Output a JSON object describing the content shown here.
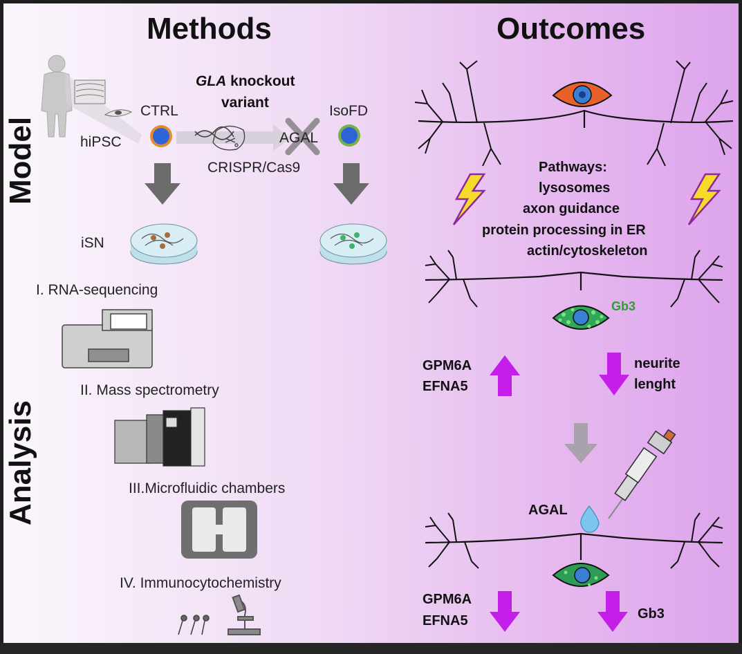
{
  "titles": {
    "methods": "Methods",
    "outcomes": "Outcomes"
  },
  "side_labels": {
    "model": "Model",
    "analysis": "Analysis"
  },
  "model": {
    "ctrl": "CTRL",
    "hipsc": "hiPSC",
    "gla_gene": "GLA",
    "knockout_rest": " knockout",
    "variant": "variant",
    "isofd": "IsoFD",
    "agal": "AGAL",
    "crispr": "CRISPR/Cas9",
    "isn": "iSN"
  },
  "analysis_steps": [
    "I. RNA-sequencing",
    "II. Mass spectrometry",
    "III.Microfluidic chambers",
    "IV. Immunocytochemistry"
  ],
  "outcomes": {
    "pathways": [
      "Pathways:",
      "lysosomes",
      "axon guidance",
      "protein processing in ER",
      "actin/cytoskeleton"
    ],
    "gb3": "Gb3",
    "genes": [
      "GPM6A",
      "EFNA5"
    ],
    "neurite": [
      "neurite",
      "lenght"
    ],
    "agal": "AGAL",
    "genes_bottom": [
      "GPM6A",
      "EFNA5"
    ],
    "gb3_bottom": "Gb3"
  },
  "colors": {
    "arrow_purple": "#c51ee8",
    "arrow_grey": "#6b6b6b",
    "arrow_light": "#a9a2ad",
    "cell_orange": "#e8612a",
    "cell_green": "#3fb36a",
    "nucleus_blue": "#2f64d6",
    "lightning": "#f6dc2a",
    "gb3_text": "#2aa12a"
  }
}
